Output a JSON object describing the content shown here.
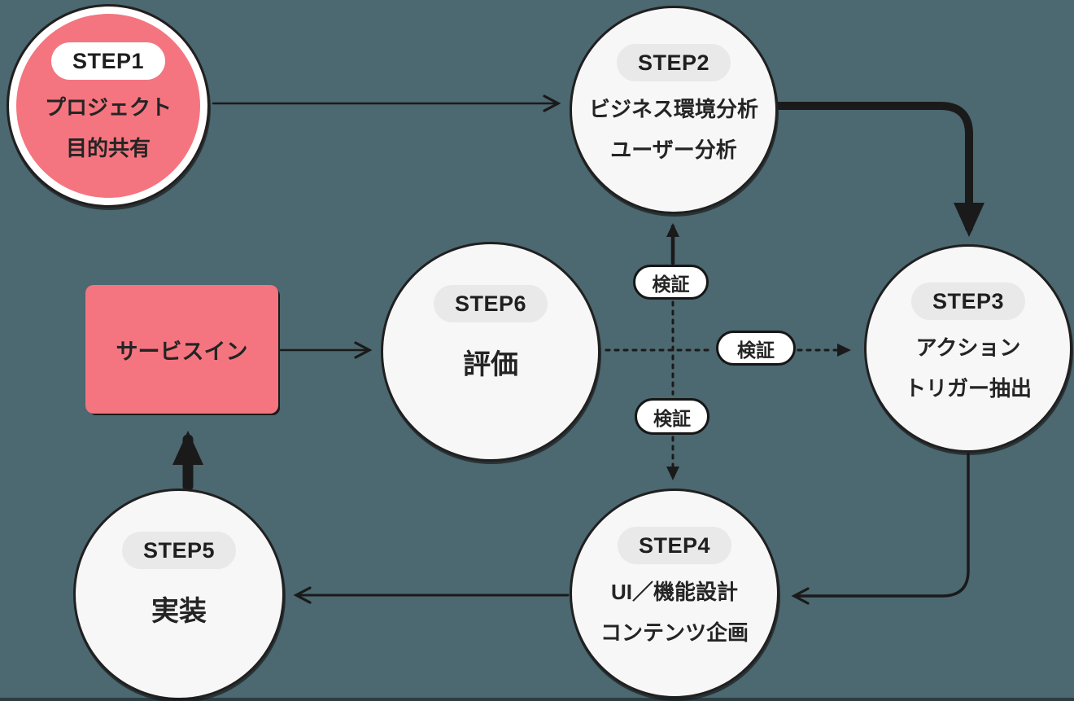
{
  "diagram": {
    "background_color": "#4C6870",
    "accent_pink": "#F4757F",
    "node_fill": "#F7F7F7",
    "outline_color": "#1E1E1E",
    "steps": [
      {
        "badge": "STEP1",
        "line1": "プロジェクト",
        "line2": "目的共有"
      },
      {
        "badge": "STEP2",
        "line1": "ビジネス環境分析",
        "line2": "ユーザー分析"
      },
      {
        "badge": "STEP3",
        "line1": "アクション",
        "line2": "トリガー抽出"
      },
      {
        "badge": "STEP4",
        "line1": "UI／機能設計",
        "line2": "コンテンツ企画"
      },
      {
        "badge": "STEP5",
        "line1": "実装",
        "line2": ""
      },
      {
        "badge": "STEP6",
        "line1": "評価",
        "line2": ""
      }
    ],
    "service_in": {
      "label": "サービスイン"
    },
    "verification_labels": [
      "検証",
      "検証",
      "検証"
    ]
  }
}
